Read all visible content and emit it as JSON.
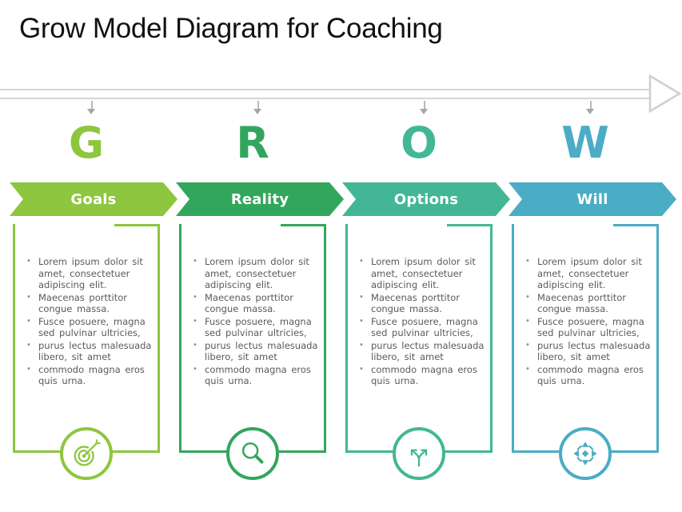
{
  "slide": {
    "title": "Grow Model Diagram for Coaching"
  },
  "timeline": {
    "shaft_color": "#d6d6d6",
    "tick_color": "#a6a6a6",
    "arrowhead": "open-right-arrow"
  },
  "columns": [
    {
      "letter": "G",
      "label": "Goals",
      "color": "#8DC63F",
      "icon": "target-arrow-icon",
      "bullets": [
        "Lorem ipsum dolor sit amet, consectetuer adipiscing elit.",
        "Maecenas porttitor congue massa.",
        "Fusce posuere, magna sed pulvinar ultricies,",
        "purus lectus malesuada libero, sit amet",
        "commodo magna eros quis urna."
      ]
    },
    {
      "letter": "R",
      "label": "Reality",
      "color": "#33A65D",
      "icon": "magnifier-icon",
      "bullets": [
        "Lorem ipsum dolor sit amet, consectetuer adipiscing elit.",
        "Maecenas porttitor congue massa.",
        "Fusce posuere, magna sed pulvinar ultricies,",
        "purus lectus malesuada libero, sit amet",
        "commodo magna eros quis urna."
      ]
    },
    {
      "letter": "O",
      "label": "Options",
      "color": "#43B795",
      "icon": "branching-paths-icon",
      "bullets": [
        "Lorem ipsum dolor sit amet, consectetuer adipiscing elit.",
        "Maecenas porttitor congue massa.",
        "Fusce posuere, magna sed pulvinar ultricies,",
        "purus lectus malesuada libero, sit amet",
        "commodo magna eros quis urna."
      ]
    },
    {
      "letter": "W",
      "label": "Will",
      "color": "#4BACC6",
      "icon": "compass-icon",
      "bullets": [
        "Lorem ipsum dolor sit amet, consectetuer adipiscing elit.",
        "Maecenas porttitor congue massa.",
        "Fusce posuere, magna sed pulvinar ultricies,",
        "purus lectus malesuada libero, sit amet",
        "commodo magna eros quis urna."
      ]
    }
  ]
}
